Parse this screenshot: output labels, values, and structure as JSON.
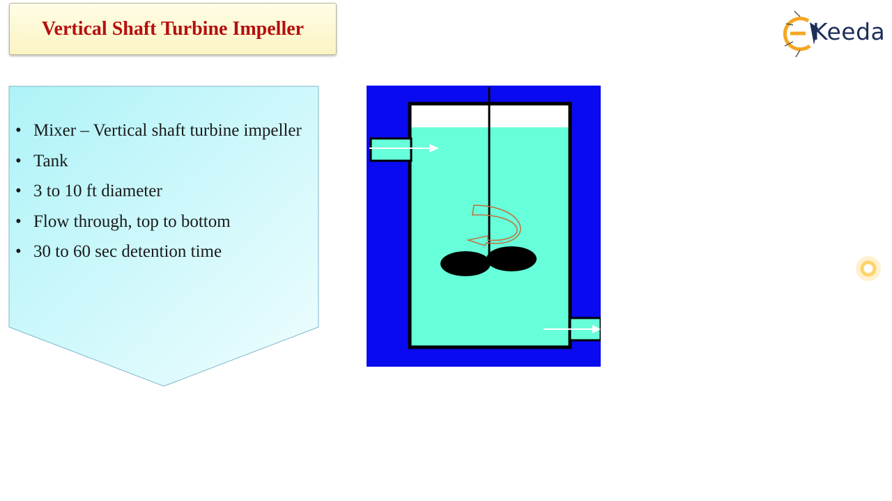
{
  "slide": {
    "title": "Vertical Shaft Turbine Impeller",
    "bullets": [
      "Mixer – Vertical shaft turbine impeller",
      "Tank",
      "3 to 10 ft diameter",
      "Flow through, top to bottom",
      "30 to 60 sec detention time"
    ]
  },
  "logo": {
    "text": "Keeda"
  },
  "colors": {
    "title_text": "#b50f0f",
    "diagram_background": "#0a0af0",
    "tank_water": "#66ffda",
    "panel_top": "#aef3f8",
    "panel_bottom": "#effdfe"
  },
  "icons": {
    "logo": "ekeeda-logo-icon",
    "pointer": "cursor-highlight-icon"
  }
}
